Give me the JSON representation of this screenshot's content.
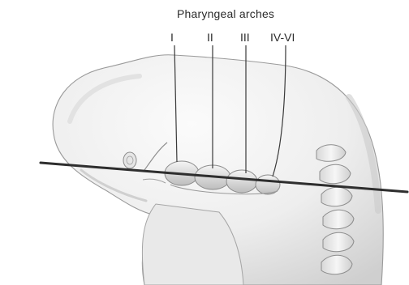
{
  "diagram": {
    "title": "Pharyngeal arches",
    "arch_labels": [
      "I",
      "II",
      "III",
      "IV-VI"
    ]
  }
}
